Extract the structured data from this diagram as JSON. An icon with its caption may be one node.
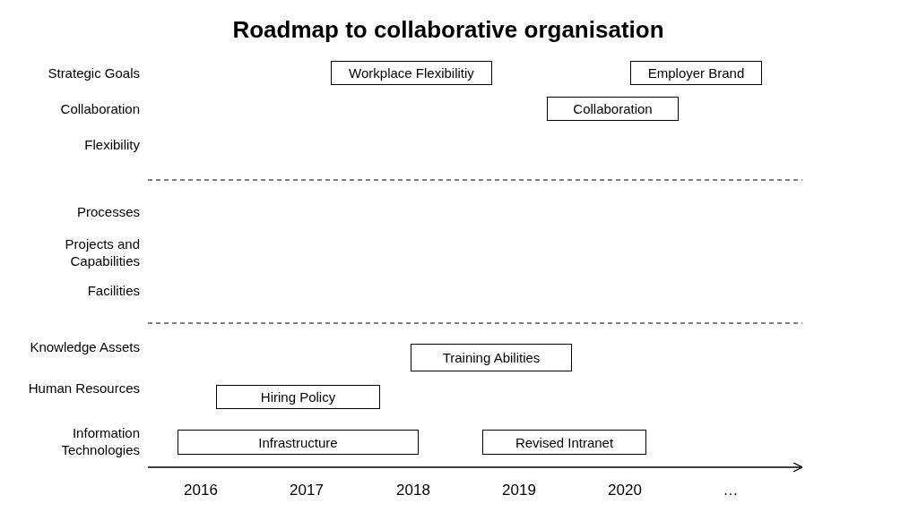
{
  "diagram": {
    "title": "Roadmap to collaborative organisation",
    "nodes": [
      {
        "text": [
          "Workplace Flexibilitiy"
        ]
      },
      {
        "text": [
          "Employer Brand"
        ]
      },
      {
        "text": [
          "Collaboration"
        ]
      },
      {
        "text": [
          "Training Abilities"
        ]
      },
      {
        "text": [
          "Hiring Policy"
        ]
      },
      {
        "text": [
          "Infrastructure"
        ]
      },
      {
        "text": [
          "Revised Intranet"
        ]
      }
    ],
    "labels": [
      "Strategic Goals",
      "Collaboration",
      "Flexibility",
      "Processes",
      "Projects and Capabilities",
      "Facilities",
      "Knowledge Assets",
      "Human Resources",
      "Information Technologies",
      "2016",
      "2017",
      "2018",
      "2019",
      "2020",
      "…"
    ]
  }
}
